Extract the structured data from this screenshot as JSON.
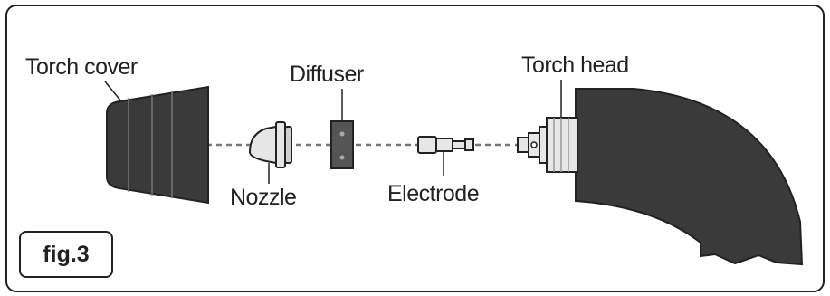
{
  "labels": {
    "torch_cover": "Torch cover",
    "diffuser": "Diffuser",
    "torch_head": "Torch head",
    "nozzle": "Nozzle",
    "electrode": "Electrode"
  },
  "figure_label": "fig.3",
  "colors": {
    "part_dark": "#3a3a3a",
    "part_light": "#e6e6e6",
    "outline": "#222222",
    "dash_line": "#777777"
  }
}
